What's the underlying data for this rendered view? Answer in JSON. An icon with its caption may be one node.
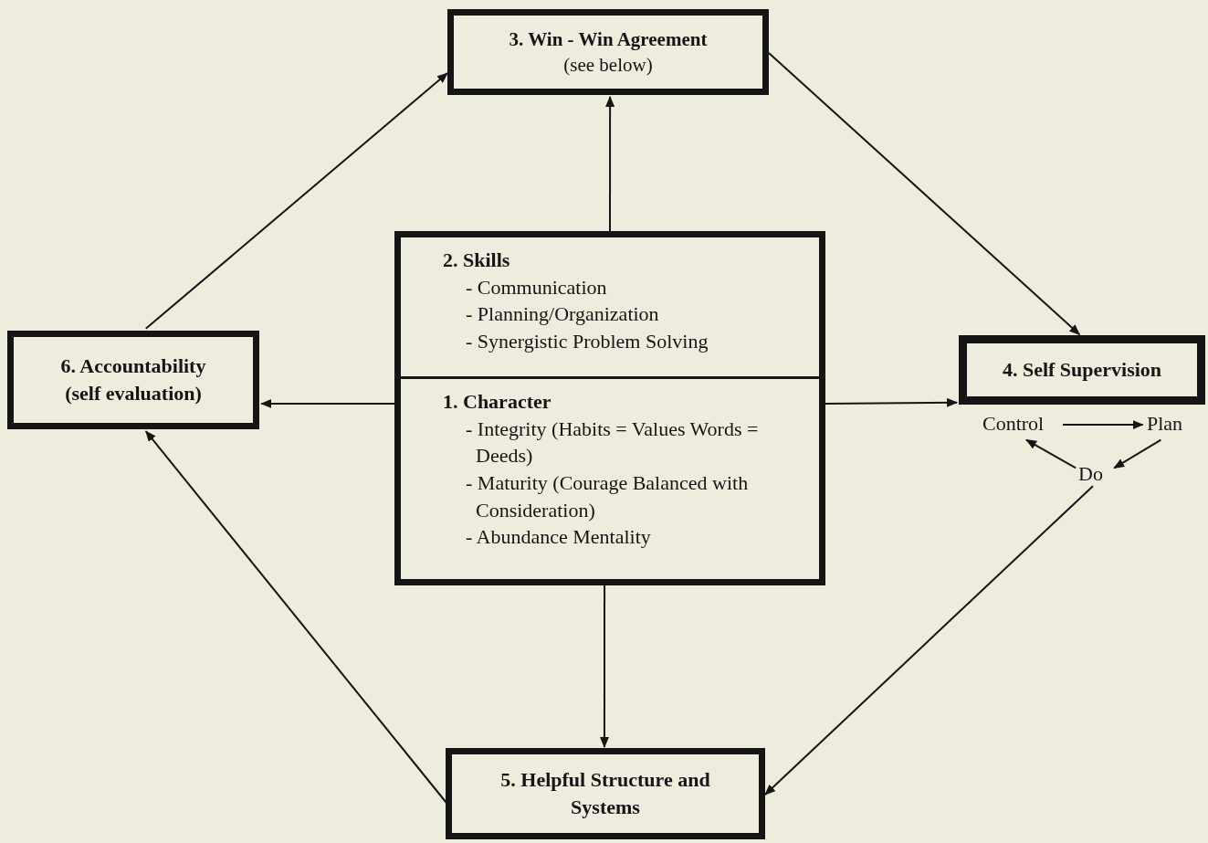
{
  "diagram": {
    "nodes": [
      {
        "text": [
          "3. Win - Win Agreement",
          "(see below)"
        ]
      },
      {
        "text": [],
        "shape": "box"
      },
      {
        "text": [
          "2. Skills",
          "- Communication",
          "- Planning/Organization",
          "- Synergistic Problem Solving"
        ],
        "in": 1
      },
      {
        "text": [
          "1. Character",
          "- Integrity (Habits = Values Words = Deeds)",
          "- Maturity (Courage Balanced with Consideration)",
          "- Abundance Mentality"
        ],
        "in": 1
      },
      {
        "text": [
          "4. Self Supervision"
        ]
      },
      {
        "text": [
          "Control"
        ]
      },
      {
        "text": [
          "Plan"
        ]
      },
      {
        "text": [
          "Do"
        ]
      },
      {
        "text": [
          "5. Helpful Structure and Systems"
        ]
      },
      {
        "text": [
          "6. Accountability",
          "(self evaluation)"
        ]
      }
    ],
    "edges": [
      {
        "from": 2,
        "to": 0,
        "arrow": "to"
      },
      {
        "from": 9,
        "to": 0,
        "arrow": "to"
      },
      {
        "from": 0,
        "to": 4,
        "arrow": "to"
      },
      {
        "from": 3,
        "to": 4,
        "arrow": "to"
      },
      {
        "from": 3,
        "to": 9,
        "arrow": "to"
      },
      {
        "from": 3,
        "to": 8,
        "arrow": "to"
      },
      {
        "from": 8,
        "to": 9,
        "arrow": "to"
      },
      {
        "from": 7,
        "to": 8,
        "arrow": "to"
      },
      {
        "from": 5,
        "to": 6,
        "arrow": "to"
      },
      {
        "from": 6,
        "to": 7,
        "arrow": "to"
      },
      {
        "from": 7,
        "to": 5,
        "arrow": "to"
      }
    ]
  }
}
